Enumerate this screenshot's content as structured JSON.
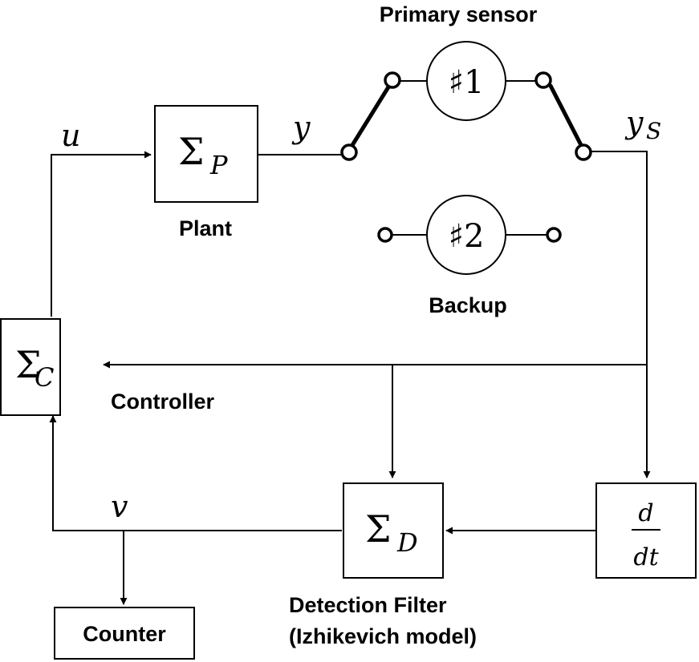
{
  "diagram": {
    "title": "Spiking-neuron based sensor fault detection block diagram",
    "colors": {
      "stroke": "#000000",
      "background": "#ffffff"
    },
    "blocks": {
      "plant": {
        "symbol": "Σ",
        "subscript": "P",
        "caption": "Plant"
      },
      "controller": {
        "symbol": "Σ",
        "subscript": "C",
        "caption": "Controller"
      },
      "detection": {
        "symbol": "Σ",
        "subscript": "D",
        "caption_line1": "Detection Filter",
        "caption_line2": "(Izhikevich model)"
      },
      "derivative": {
        "numerator": "d",
        "denominator": "dt"
      },
      "counter": {
        "label": "Counter"
      }
    },
    "sensors": {
      "primary": {
        "symbol": "♯1",
        "caption": "Primary sensor"
      },
      "backup": {
        "symbol": "♯2",
        "caption": "Backup"
      }
    },
    "signals": {
      "u": "u",
      "y": "y",
      "ys_main": "y",
      "ys_sub": "S",
      "v": "v"
    }
  }
}
